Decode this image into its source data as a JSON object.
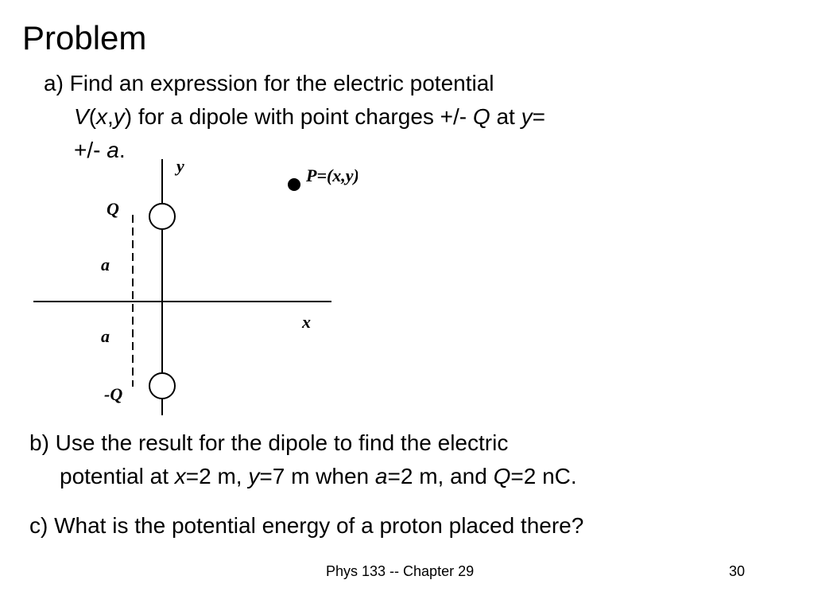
{
  "title": "Problem",
  "part_a": {
    "line1": "a) Find an expression for the electric potential",
    "line2": [
      {
        "text": "V",
        "italic": true
      },
      {
        "text": "(",
        "italic": false
      },
      {
        "text": "x",
        "italic": true
      },
      {
        "text": ",",
        "italic": false
      },
      {
        "text": "y",
        "italic": true
      },
      {
        "text": ") for a dipole with point charges +/- ",
        "italic": false
      },
      {
        "text": "Q",
        "italic": true
      },
      {
        "text": " at ",
        "italic": false
      },
      {
        "text": "y",
        "italic": true
      },
      {
        "text": "=",
        "italic": false
      }
    ],
    "line3": [
      {
        "text": "+/- ",
        "italic": false
      },
      {
        "text": "a",
        "italic": true
      },
      {
        "text": ".",
        "italic": false
      }
    ]
  },
  "diagram": {
    "y_axis_label": "y",
    "x_axis_label": "x",
    "point_label": "P=(x,y)",
    "top_charge_label": "Q",
    "bottom_charge_label": "-Q",
    "upper_distance_label": "a",
    "lower_distance_label": "a"
  },
  "part_b": {
    "line1": "b) Use the result for the dipole to find the electric",
    "line2": [
      {
        "text": "potential at ",
        "italic": false
      },
      {
        "text": "x",
        "italic": true
      },
      {
        "text": "=2 m, ",
        "italic": false
      },
      {
        "text": "y",
        "italic": true
      },
      {
        "text": "=7 m when ",
        "italic": false
      },
      {
        "text": "a",
        "italic": true
      },
      {
        "text": "=2 m, and ",
        "italic": false
      },
      {
        "text": "Q",
        "italic": true
      },
      {
        "text": "=2 nC.",
        "italic": false
      }
    ]
  },
  "part_c": {
    "text": "c) What is the potential energy of a proton placed there?"
  },
  "footer": {
    "text": "Phys 133 -- Chapter 29",
    "page_number": "30"
  }
}
